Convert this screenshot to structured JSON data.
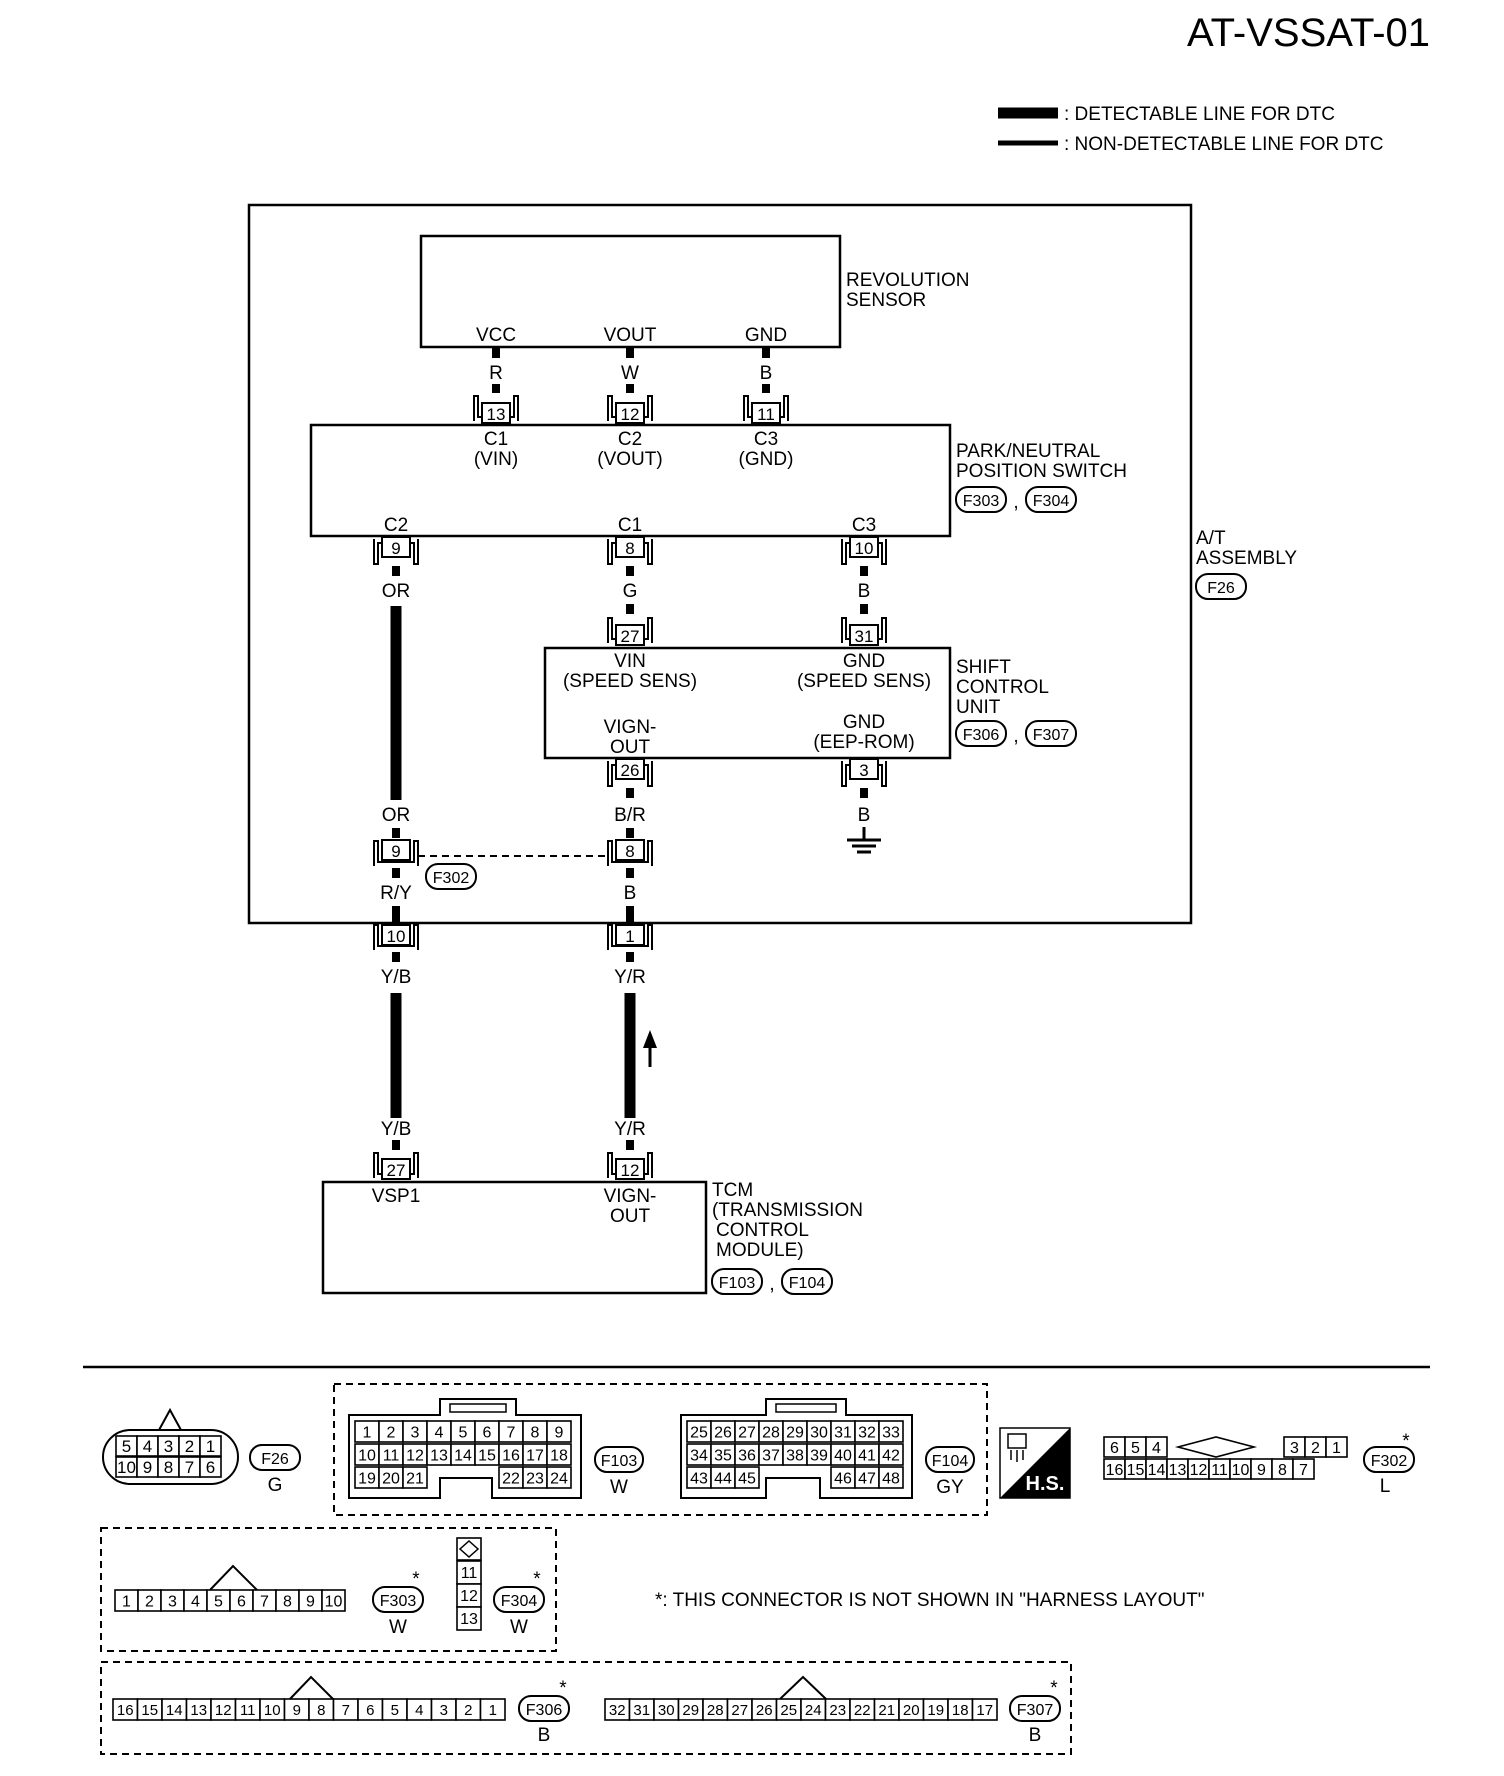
{
  "doc_id": "AT-VSSAT-01",
  "legend": {
    "detectable": ": DETECTABLE LINE FOR DTC",
    "non_detectable": ": NON-DETECTABLE LINE FOR DTC"
  },
  "at_assembly": {
    "line1": "A/T",
    "line2": "ASSEMBLY",
    "conn": "F26"
  },
  "rev_sensor": {
    "name1": "REVOLUTION",
    "name2": "SENSOR",
    "pins": {
      "vcc": "VCC",
      "vout": "VOUT",
      "gnd": "GND"
    },
    "wires": {
      "vcc": "R",
      "vout": "W",
      "gnd": "B"
    }
  },
  "pnp": {
    "name1": "PARK/NEUTRAL",
    "name2": "POSITION SWITCH",
    "conn1": "F303",
    "conn2": "F304",
    "sep": ",",
    "top_pins": {
      "c1": "C1",
      "c1s": "(VIN)",
      "c2": "C2",
      "c2s": "(VOUT)",
      "c3": "C3",
      "c3s": "(GND)"
    },
    "top_nums": {
      "a": "13",
      "b": "12",
      "c": "11"
    },
    "bot_pins": {
      "c2": "C2",
      "c1": "C1",
      "c3": "C3"
    },
    "bot_nums": {
      "a": "9",
      "b": "8",
      "c": "10"
    },
    "bot_wires": {
      "a": "OR",
      "b": "G",
      "c": "B"
    }
  },
  "scu": {
    "name1": "SHIFT",
    "name2": "CONTROL",
    "name3": "UNIT",
    "conn1": "F306",
    "conn2": "F307",
    "sep": ",",
    "in_nums": {
      "vin": "27",
      "gnd": "31"
    },
    "pins": {
      "vin": "VIN",
      "vin_sub": "(SPEED SENS)",
      "gnd": "GND",
      "gnd_sub": "(SPEED SENS)",
      "vign1": "VIGN-",
      "vign2": "OUT",
      "gnd2": "GND",
      "gnd2_sub": "(EEP-ROM)"
    },
    "out_nums": {
      "vign": "26",
      "gnd": "3"
    },
    "out_wires": {
      "vign": "B/R",
      "gnd": "B"
    }
  },
  "f302": {
    "conn": "F302",
    "wires_in": {
      "a": "OR",
      "b": "B/R"
    },
    "nums": {
      "a": "9",
      "b": "8"
    },
    "wires_out": {
      "a": "R/Y",
      "b": "B"
    }
  },
  "f26_pins": {
    "a": "10",
    "b": "1"
  },
  "harness": {
    "a_top": "Y/B",
    "b_top": "Y/R",
    "a_bot": "Y/B",
    "b_bot": "Y/R"
  },
  "tcm": {
    "nums": {
      "a": "27",
      "b": "12"
    },
    "pin_a": "VSP1",
    "pin_b1": "VIGN-",
    "pin_b2": "OUT",
    "name1": "TCM",
    "name2": "(TRANSMISSION",
    "name3": "CONTROL",
    "name4": "MODULE)",
    "conn1": "F103",
    "conn2": "F104",
    "sep": ","
  },
  "connectors": {
    "f26": {
      "id": "F26",
      "color": "G",
      "top": [
        "5",
        "4",
        "3",
        "2",
        "1"
      ],
      "bot": [
        "10",
        "9",
        "8",
        "7",
        "6"
      ]
    },
    "f103": {
      "id": "F103",
      "color": "W",
      "r1": [
        "1",
        "2",
        "3",
        "4",
        "5",
        "6",
        "7",
        "8",
        "9"
      ],
      "r2": [
        "10",
        "11",
        "12",
        "13",
        "14",
        "15",
        "16",
        "17",
        "18"
      ],
      "r3a": [
        "19",
        "20",
        "21"
      ],
      "r3b": [
        "22",
        "23",
        "24"
      ]
    },
    "f104": {
      "id": "F104",
      "color": "GY",
      "r1": [
        "25",
        "26",
        "27",
        "28",
        "29",
        "30",
        "31",
        "32",
        "33"
      ],
      "r2": [
        "34",
        "35",
        "36",
        "37",
        "38",
        "39",
        "40",
        "41",
        "42"
      ],
      "r3a": [
        "43",
        "44",
        "45"
      ],
      "r3b": [
        "46",
        "47",
        "48"
      ]
    },
    "hs": {
      "label": "H.S."
    },
    "f302c": {
      "id": "F302",
      "color": "L",
      "star": "*",
      "top_a": [
        "6",
        "5",
        "4"
      ],
      "top_b": [
        "3",
        "2",
        "1"
      ],
      "bot": [
        "16",
        "15",
        "14",
        "13",
        "12",
        "11",
        "10",
        "9",
        "8",
        "7"
      ]
    },
    "f303c": {
      "id": "F303",
      "color": "W",
      "star": "*",
      "cells": [
        "1",
        "2",
        "3",
        "4",
        "5",
        "6",
        "7",
        "8",
        "9",
        "10"
      ]
    },
    "f304c": {
      "id": "F304",
      "color": "W",
      "star": "*",
      "cells": [
        "11",
        "12",
        "13"
      ]
    },
    "f306c": {
      "id": "F306",
      "color": "B",
      "star": "*",
      "cells": [
        "16",
        "15",
        "14",
        "13",
        "12",
        "11",
        "10",
        "9",
        "8",
        "7",
        "6",
        "5",
        "4",
        "3",
        "2",
        "1"
      ]
    },
    "f307c": {
      "id": "F307",
      "color": "B",
      "star": "*",
      "cells": [
        "32",
        "31",
        "30",
        "29",
        "28",
        "27",
        "26",
        "25",
        "24",
        "23",
        "22",
        "21",
        "20",
        "19",
        "18",
        "17"
      ]
    }
  },
  "note": "*: THIS CONNECTOR IS NOT SHOWN IN \"HARNESS LAYOUT\""
}
